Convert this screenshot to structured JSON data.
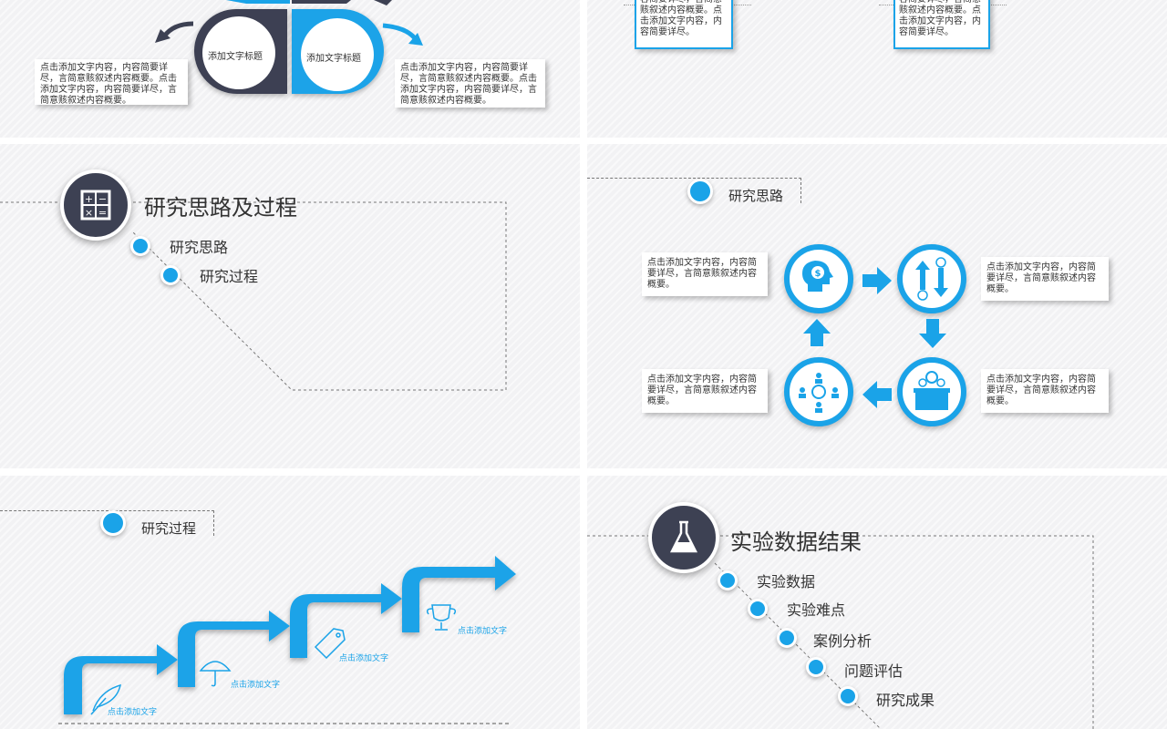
{
  "colors": {
    "accent": "#1aa3e8",
    "dark": "#3d4153",
    "panel": "#f2f2f4",
    "text": "#333333"
  },
  "slide1": {
    "dark_title": "添加文字标题",
    "blue_title": "添加文字标题",
    "left_text": "点击添加文字内容，内容简要详尽，言简意赅叙述内容概要。点击添加文字内容，内容简要详尽，言简意赅叙述内容概要。",
    "right_text": "点击添加文字内容，内容简要详尽，言简意赅叙述内容概要。点击添加文字内容，内容简要详尽，言简意赅叙述内容概要。"
  },
  "slide2": {
    "box1_text": "容简要详尽，言简意赅叙述内容概要。点击添加文字内容，内容简要详尽。",
    "box2_text": "容简要详尽，言简意赅叙述内容概要。点击添加文字内容，内容简要详尽。"
  },
  "slide3": {
    "title": "研究思路及过程",
    "icon": "calculator-icon",
    "items": [
      "研究思路",
      "研究过程"
    ]
  },
  "slide4": {
    "header": "研究思路",
    "icons": [
      "head-dollar-icon",
      "exchange-dollar-icon",
      "money-box-icon",
      "people-dollar-icon"
    ],
    "texts": [
      "点击添加文字内容，内容简要详尽，言简意赅叙述内容概要。",
      "点击添加文字内容，内容简要详尽，言简意赅叙述内容概要。",
      "点击添加文字内容，内容简要详尽，言简意赅叙述内容概要。",
      "点击添加文字内容，内容简要详尽，言简意赅叙述内容概要。"
    ]
  },
  "slide5": {
    "header": "研究过程",
    "steps": [
      {
        "label": "点击添加文字",
        "icon": "feather-icon"
      },
      {
        "label": "点击添加文字",
        "icon": "umbrella-icon"
      },
      {
        "label": "点击添加文字",
        "icon": "tag-icon"
      },
      {
        "label": "点击添加文字",
        "icon": "trophy-icon"
      }
    ]
  },
  "slide6": {
    "title": "实验数据结果",
    "icon": "flask-icon",
    "items": [
      "实验数据",
      "实验难点",
      "案例分析",
      "问题评估",
      "研究成果"
    ]
  }
}
